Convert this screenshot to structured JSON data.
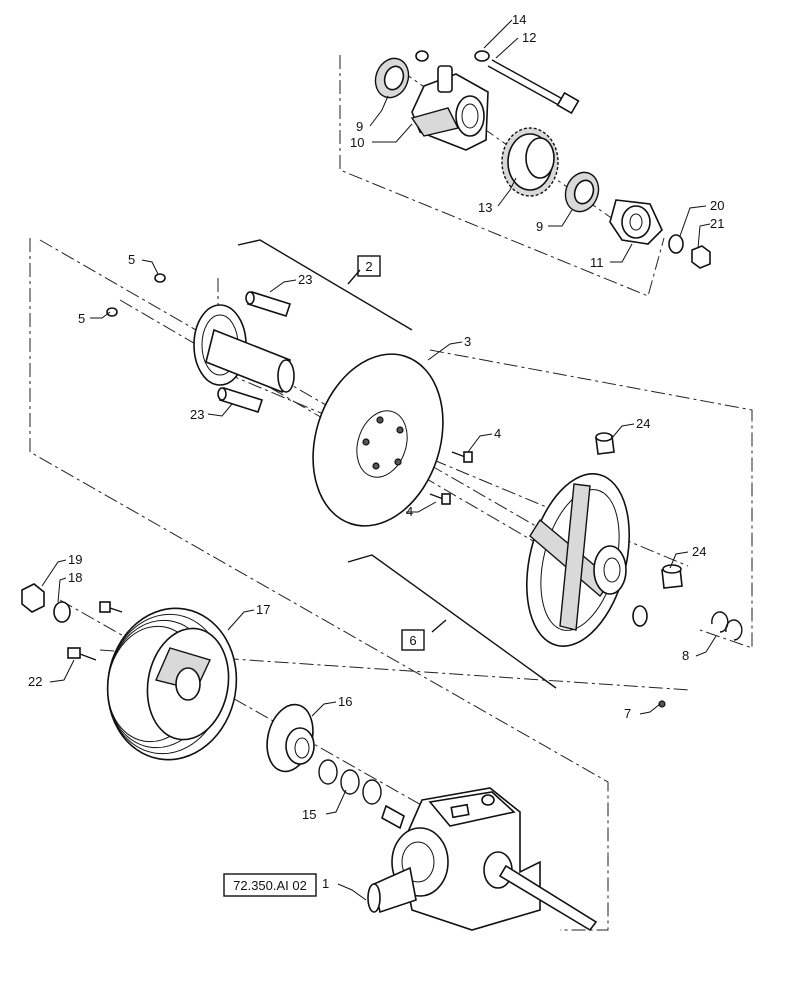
{
  "callouts": [
    {
      "id": "c14",
      "label": "14"
    },
    {
      "id": "c12",
      "label": "12"
    },
    {
      "id": "c9a",
      "label": "9"
    },
    {
      "id": "c10",
      "label": "10"
    },
    {
      "id": "c13",
      "label": "13"
    },
    {
      "id": "c9b",
      "label": "9"
    },
    {
      "id": "c20",
      "label": "20"
    },
    {
      "id": "c21",
      "label": "21"
    },
    {
      "id": "c11",
      "label": "11"
    },
    {
      "id": "c5a",
      "label": "5"
    },
    {
      "id": "c5b",
      "label": "5"
    },
    {
      "id": "c23a",
      "label": "23"
    },
    {
      "id": "c23b",
      "label": "23"
    },
    {
      "id": "c3",
      "label": "3"
    },
    {
      "id": "c4a",
      "label": "4"
    },
    {
      "id": "c4b",
      "label": "4"
    },
    {
      "id": "c24a",
      "label": "24"
    },
    {
      "id": "c24b",
      "label": "24"
    },
    {
      "id": "c19",
      "label": "19"
    },
    {
      "id": "c18",
      "label": "18"
    },
    {
      "id": "c17",
      "label": "17"
    },
    {
      "id": "c22",
      "label": "22"
    },
    {
      "id": "c16",
      "label": "16"
    },
    {
      "id": "c15",
      "label": "15"
    },
    {
      "id": "c8",
      "label": "8"
    },
    {
      "id": "c7",
      "label": "7"
    },
    {
      "id": "c1",
      "label": "1"
    }
  ],
  "boxed_labels": {
    "assembly_2": "2",
    "assembly_6": "6",
    "reference": "72.350.AI 02"
  }
}
